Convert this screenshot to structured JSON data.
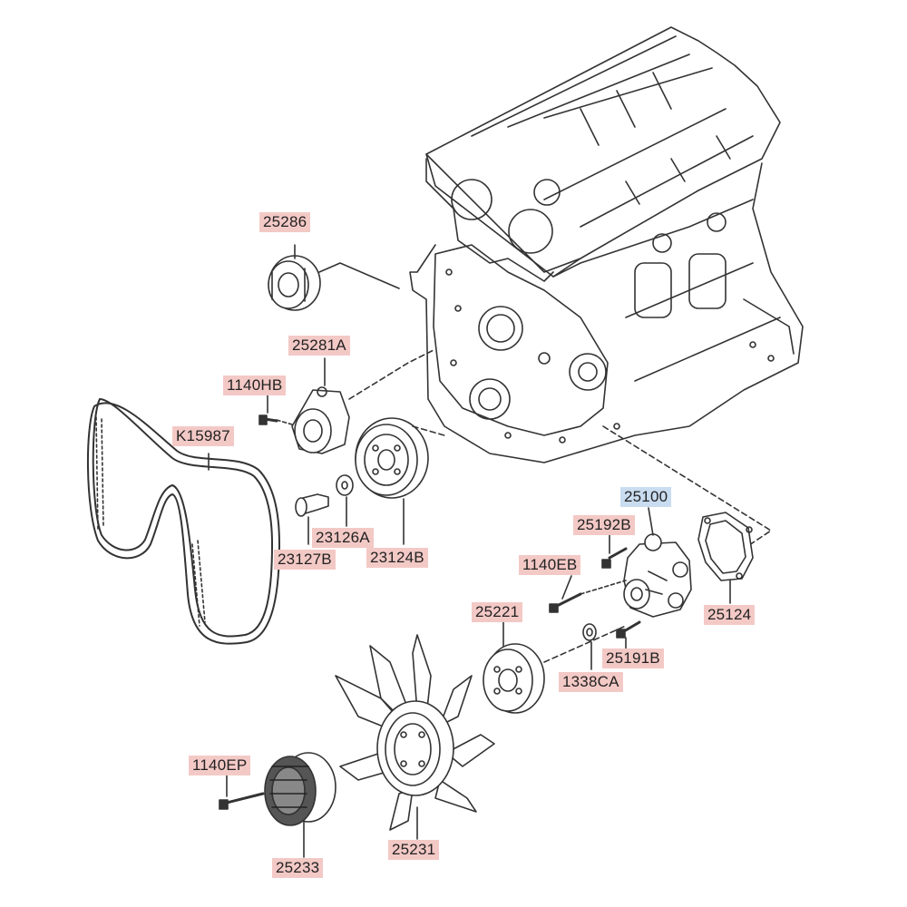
{
  "colors": {
    "part_label_bg": "#f3c9c6",
    "highlight_label_bg": "#c9dcf0",
    "line": "#333333"
  },
  "parts": {
    "p25286": "25286",
    "p25281A": "25281A",
    "p1140HB": "1140HB",
    "pK15987": "K15987",
    "p23126A": "23126A",
    "p23127B": "23127B",
    "p23124B": "23124B",
    "p25100": "25100",
    "p25192B": "25192B",
    "p1140EB": "1140EB",
    "p25124": "25124",
    "p25221": "25221",
    "p25191B": "25191B",
    "p1338CA": "1338CA",
    "p1140EP": "1140EP",
    "p25233": "25233",
    "p25231": "25231"
  },
  "icons": {
    "engine": "engine-block-icon",
    "belt": "serpentine-belt-icon",
    "fan": "cooling-fan-icon"
  }
}
